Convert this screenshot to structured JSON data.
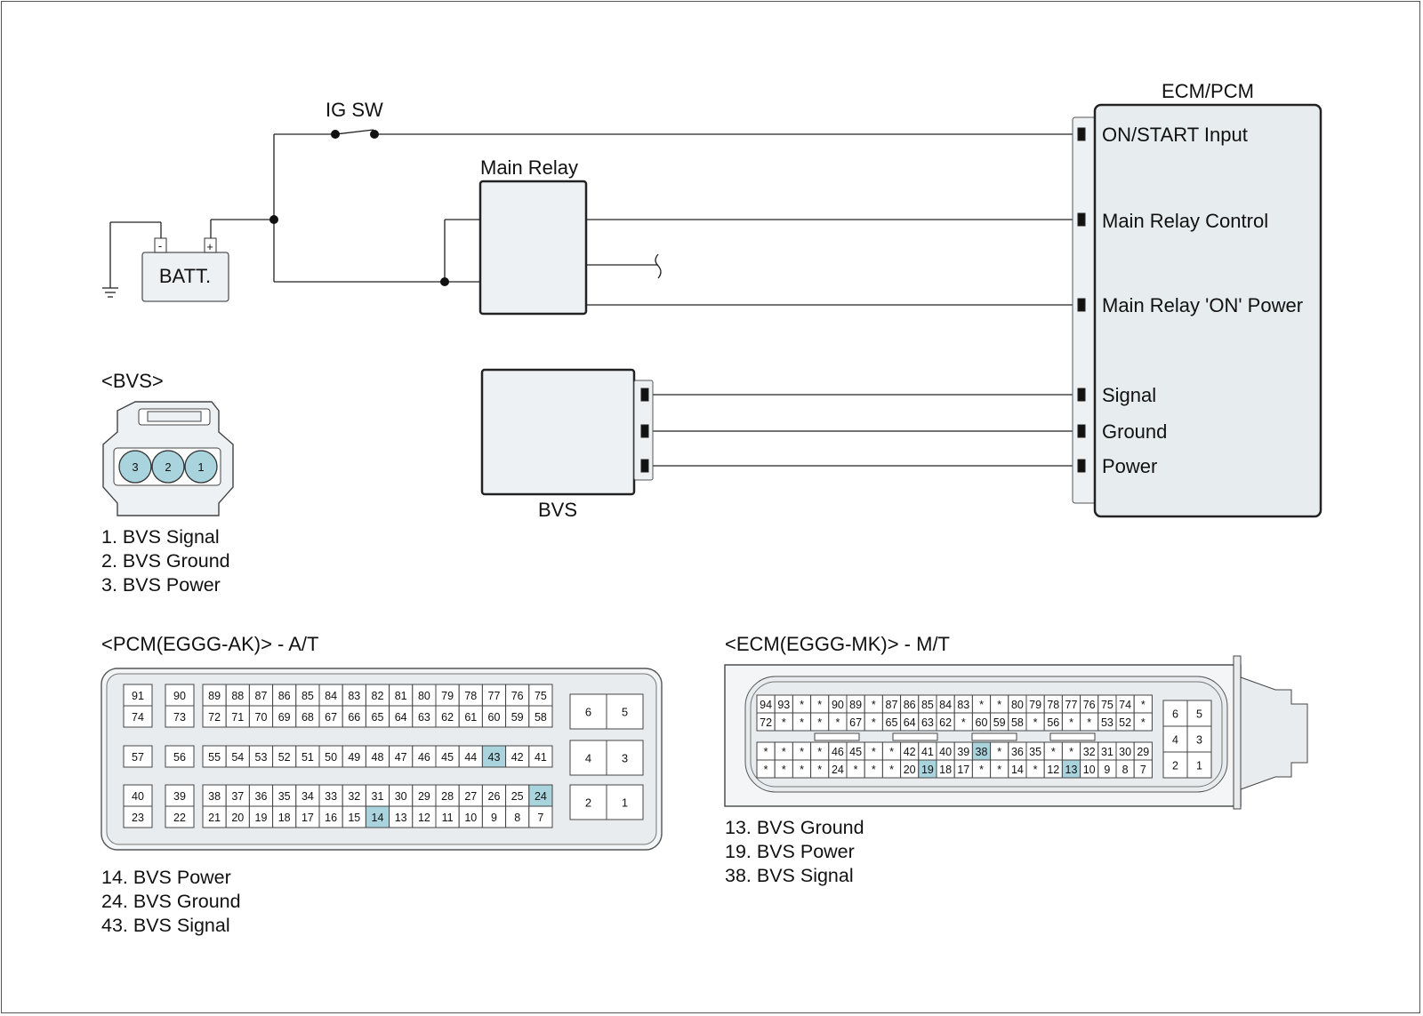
{
  "labels": {
    "ig_sw": "IG SW",
    "main_relay": "Main Relay",
    "batt": "BATT.",
    "batt_minus": "-",
    "batt_plus": "+",
    "ecm_pcm": "ECM/PCM",
    "bvs_unit": "BVS",
    "bvs_connector_title": "<BVS>",
    "pcm_title": "<PCM(EGGG-AK)> - A/T",
    "ecm_title": "<ECM(EGGG-MK)> - M/T"
  },
  "ecm_terminals": [
    "ON/START Input",
    "Main Relay Control",
    "Main Relay 'ON' Power",
    "Signal",
    "Ground",
    "Power"
  ],
  "bvs_pins": [
    "3",
    "2",
    "1"
  ],
  "bvs_pin_list": [
    "1. BVS Signal",
    "2. BVS Ground",
    "3. BVS Power"
  ],
  "pcm_pin_list": [
    "14. BVS Power",
    "24. BVS Ground",
    "43. BVS Signal"
  ],
  "ecm_pin_list": [
    "13. BVS Ground",
    "19. BVS Power",
    "38. BVS Signal"
  ],
  "pcm_connector": {
    "highlight_color": "#a9d3dd",
    "highlighted": [
      "14",
      "24",
      "43"
    ],
    "left_pairs": [
      [
        [
          "91",
          "74"
        ],
        [
          "90",
          "73"
        ]
      ],
      [
        [
          "57"
        ],
        [
          "56"
        ]
      ],
      [
        [
          "40",
          "23"
        ],
        [
          "39",
          "22"
        ]
      ]
    ],
    "main_rows": [
      [
        "89",
        "88",
        "87",
        "86",
        "85",
        "84",
        "83",
        "82",
        "81",
        "80",
        "79",
        "78",
        "77",
        "76",
        "75"
      ],
      [
        "72",
        "71",
        "70",
        "69",
        "68",
        "67",
        "66",
        "65",
        "64",
        "63",
        "62",
        "61",
        "60",
        "59",
        "58"
      ],
      [
        "55",
        "54",
        "53",
        "52",
        "51",
        "50",
        "49",
        "48",
        "47",
        "46",
        "45",
        "44",
        "43",
        "42",
        "41"
      ],
      [
        "38",
        "37",
        "36",
        "35",
        "34",
        "33",
        "32",
        "31",
        "30",
        "29",
        "28",
        "27",
        "26",
        "25",
        "24"
      ],
      [
        "21",
        "20",
        "19",
        "18",
        "17",
        "16",
        "15",
        "14",
        "13",
        "12",
        "11",
        "10",
        "9",
        "8",
        "7"
      ]
    ],
    "right_block": [
      [
        "6",
        "5"
      ],
      [
        "4",
        "3"
      ],
      [
        "2",
        "1"
      ]
    ]
  },
  "ecm_connector": {
    "highlight_color": "#a9d3dd",
    "highlighted": [
      "13",
      "19",
      "38"
    ],
    "upper_rows": [
      [
        "94",
        "93",
        "*",
        "*",
        "90",
        "89",
        "*",
        "87",
        "86",
        "85",
        "84",
        "83",
        "*",
        "*",
        "80",
        "79",
        "78",
        "77",
        "76",
        "75",
        "74",
        "*"
      ],
      [
        "72",
        "*",
        "*",
        "*",
        "*",
        "67",
        "*",
        "65",
        "64",
        "63",
        "62",
        "*",
        "60",
        "59",
        "58",
        "*",
        "56",
        "*",
        "*",
        "53",
        "52",
        "*"
      ]
    ],
    "lower_rows": [
      [
        "*",
        "*",
        "*",
        "*",
        "46",
        "45",
        "*",
        "*",
        "42",
        "41",
        "40",
        "39",
        "38",
        "*",
        "36",
        "35",
        "*",
        "*",
        "32",
        "31",
        "30",
        "29"
      ],
      [
        "*",
        "*",
        "*",
        "*",
        "24",
        "*",
        "*",
        "*",
        "20",
        "19",
        "18",
        "17",
        "*",
        "*",
        "14",
        "*",
        "12",
        "13",
        "10",
        "9",
        "8",
        "7"
      ]
    ],
    "right_block": [
      [
        "6",
        "5"
      ],
      [
        "4",
        "3"
      ],
      [
        "2",
        "1"
      ]
    ]
  }
}
